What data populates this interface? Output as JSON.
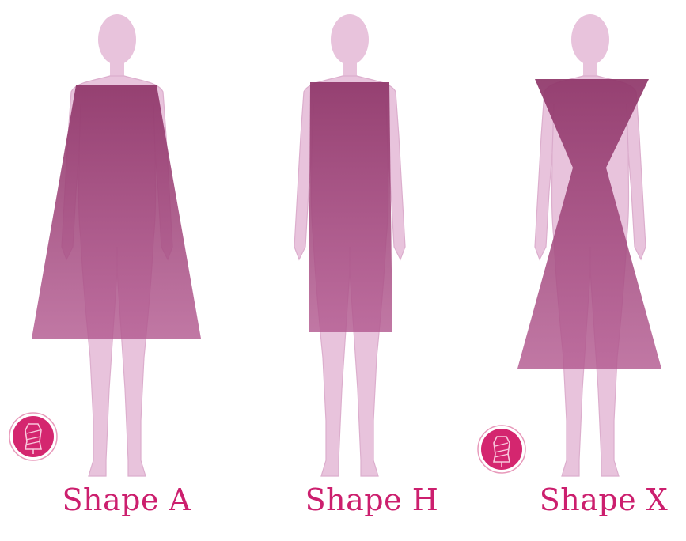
{
  "figures": [
    {
      "label": "Shape A"
    },
    {
      "label": "Shape H"
    },
    {
      "label": "Shape X"
    }
  ],
  "colors": {
    "body": "#e8c3dc",
    "body_outline": "#d8a8c8",
    "dress_top": "#9c3f74",
    "dress_bottom": "#c06a9e",
    "badge": "#d4266f",
    "caption": "#cc1f6e"
  },
  "icons": [
    "mannequin-icon"
  ]
}
